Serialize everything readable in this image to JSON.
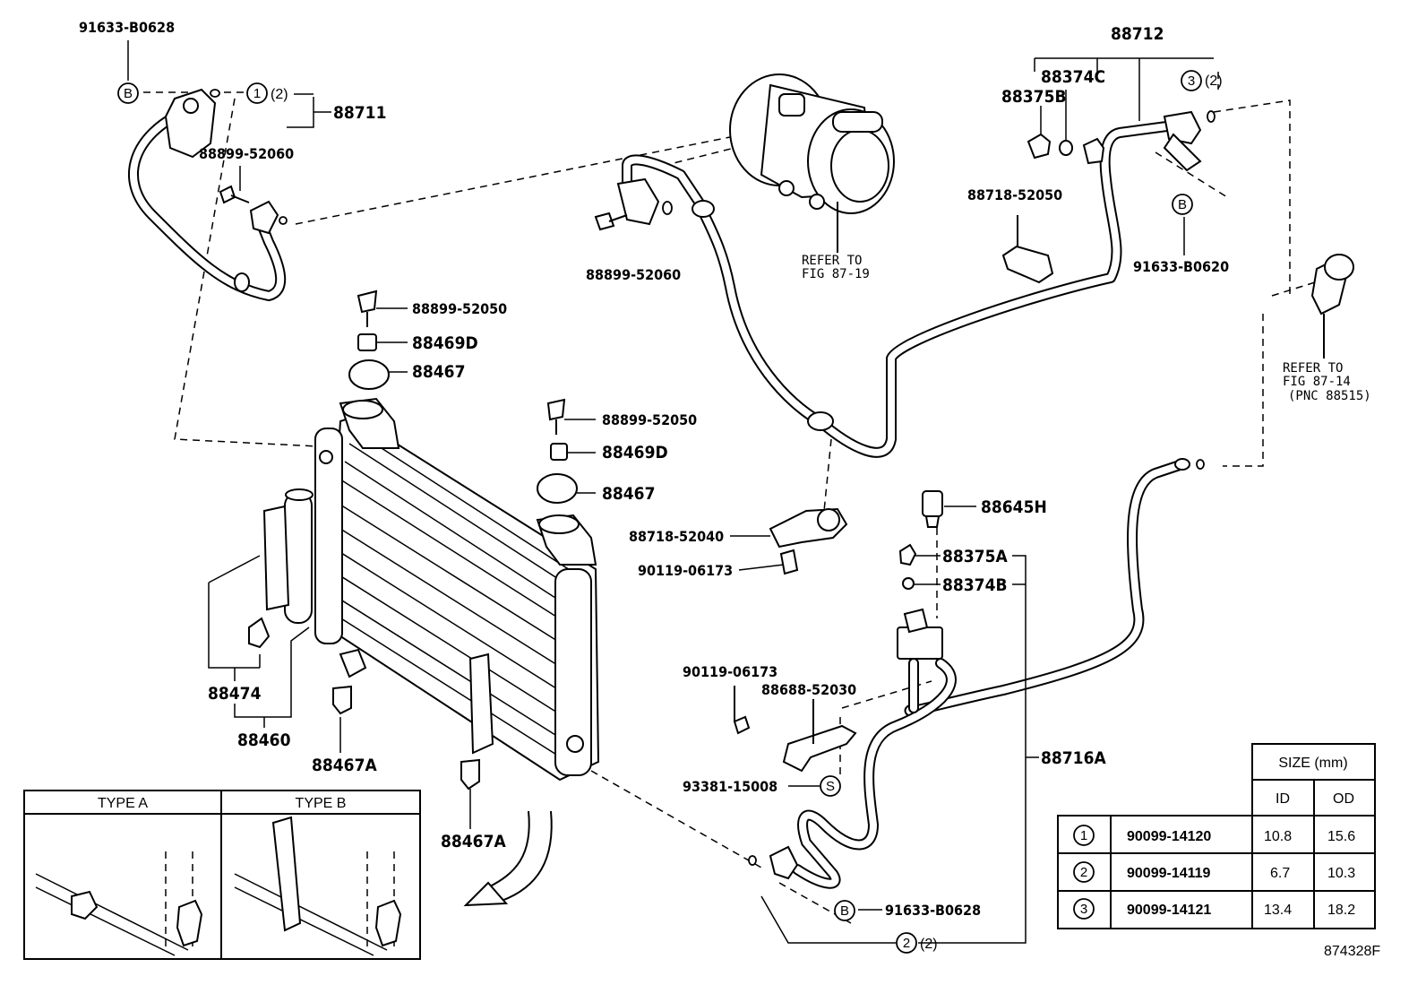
{
  "figure_id": "874328F",
  "labels": {
    "p91633_B0628_top": "91633-B0628",
    "p88711": "88711",
    "p88899_52060_a": "88899-52060",
    "p88899_52060_b": "88899-52060",
    "p88712": "88712",
    "p88374C": "88374C",
    "p88375B": "88375B",
    "p88718_52050": "88718-52050",
    "p91633_B0620": "91633-B0620",
    "refer_87_19_a": "REFER TO",
    "refer_87_19_b": "FIG 87-19",
    "refer_87_14_a": "REFER TO",
    "refer_87_14_b": "FIG 87-14",
    "refer_87_14_c": "(PNC 88515)",
    "p88899_52050_a": "88899-52050",
    "p88469D_a": "88469D",
    "p88467_a": "88467",
    "p88899_52050_b": "88899-52050",
    "p88469D_b": "88469D",
    "p88467_b": "88467",
    "p88718_52040": "88718-52040",
    "p90119_06173_a": "90119-06173",
    "p88645H": "88645H",
    "p88375A": "88375A",
    "p88374B": "88374B",
    "p90119_06173_b": "90119-06173",
    "p88688_52030": "88688-52030",
    "p88716A": "88716A",
    "p93381_15008": "93381-15008",
    "p91633_B0628_bot": "91633-B0628",
    "p88474": "88474",
    "p88460": "88460",
    "p88467A_a": "88467A",
    "p88467A_b": "88467A",
    "type_a": "TYPE A",
    "type_b": "TYPE B"
  },
  "callouts": {
    "B": "B",
    "S": "S",
    "one": "1",
    "two": "2",
    "three": "3",
    "qty2": "(2)"
  },
  "size_table": {
    "title": "SIZE (mm)",
    "col_id": "ID",
    "col_od": "OD",
    "rows": [
      {
        "ref": "1",
        "part": "90099-14120",
        "id": "10.8",
        "od": "15.6"
      },
      {
        "ref": "2",
        "part": "90099-14119",
        "id": "6.7",
        "od": "10.3"
      },
      {
        "ref": "3",
        "part": "90099-14121",
        "id": "13.4",
        "od": "18.2"
      }
    ]
  }
}
